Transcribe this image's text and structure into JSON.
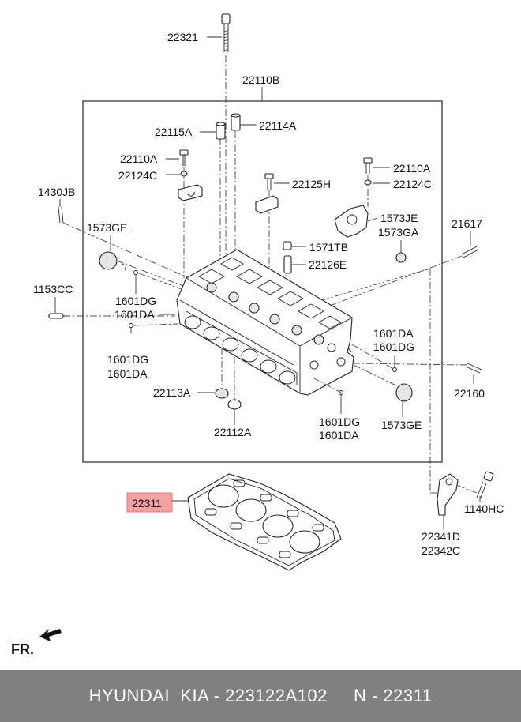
{
  "labels": {
    "p22321": "22321",
    "p22110B": "22110B",
    "p22115A": "22115A",
    "p22114A": "22114A",
    "p22110A_left": "22110A",
    "p22124C_left": "22124C",
    "p22110A_right": "22110A",
    "p22124C_right": "22124C",
    "p22125H": "22125H",
    "p1430JB": "1430JB",
    "p1573GE_top": "1573GE",
    "p1573JE": "1573JE",
    "p1573GA": "1573GA",
    "p21617": "21617",
    "p1571TB": "1571TB",
    "p22126E": "22126E",
    "p1153CC": "1153CC",
    "p1601DG_a": "1601DG",
    "p1601DA_a": "1601DA",
    "p1601DG_b": "1601DG",
    "p1601DA_b": "1601DA",
    "p1601DA_c": "1601DA",
    "p1601DG_c": "1601DG",
    "p22160": "22160",
    "p22113A": "22113A",
    "p22112A": "22112A",
    "p1601DG_d": "1601DG",
    "p1601DA_d": "1601DA",
    "p1573GE_bottom": "1573GE",
    "p22311": "22311",
    "p1140HC": "1140HC",
    "p22341D": "22341D",
    "p22342C": "22342C",
    "fr": "FR."
  },
  "footer": {
    "text": "HYUNDAI  KIA - 223122A102     N - 22311"
  },
  "highlight_color": "#f3a1a1",
  "footer_color": "#808080"
}
